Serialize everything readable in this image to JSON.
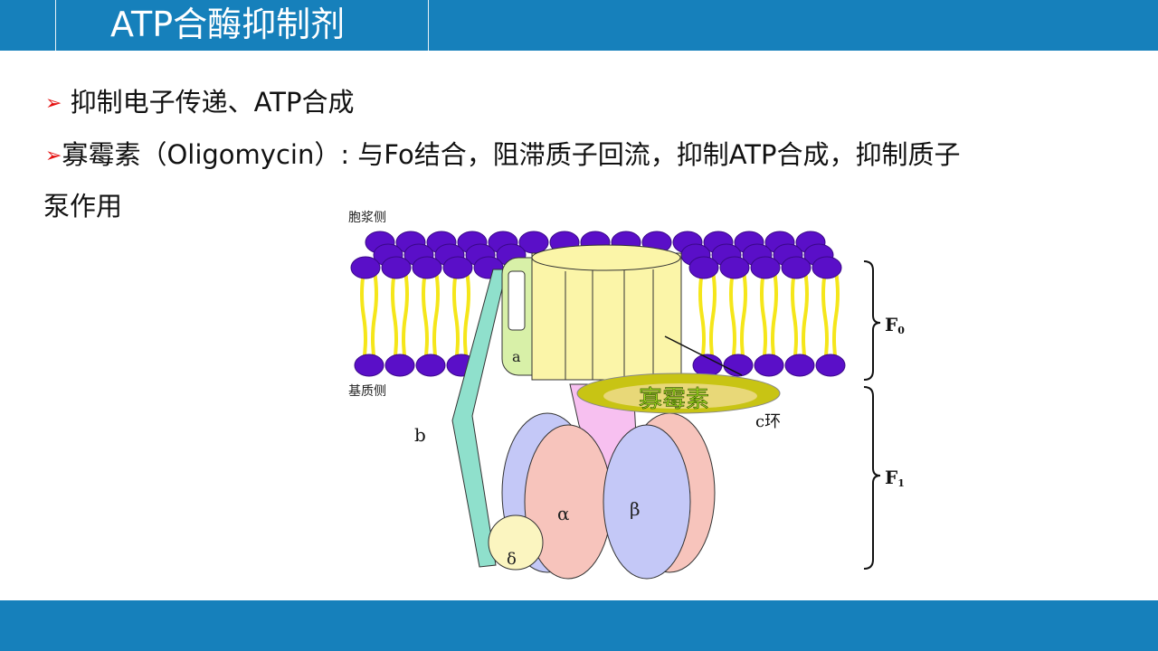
{
  "header": {
    "title": "ATP合酶抑制剂"
  },
  "bullets": [
    {
      "icon": "arrow-bullet-icon",
      "marker": "➢",
      "text": "抑制电子传递、ATP合成"
    },
    {
      "icon": "arrow-bullet-icon",
      "marker": "➢",
      "text": "寡霉素（Oligomycin）: 与Fo结合，阻滞质子回流，抑制ATP合成，抑制质子",
      "continuation": "泵作用"
    }
  ],
  "diagram": {
    "cytoplasm_side": "胞浆侧",
    "matrix_side": "基质侧",
    "subunit_a": "a",
    "subunit_b": "b",
    "alpha": "α",
    "beta": "β",
    "delta": "δ",
    "oligomycin": "寡霉素",
    "c_ring": "c环",
    "f0": "F",
    "f0_sub": "0",
    "f1": "F",
    "f1_sub": "1",
    "colors": {
      "lipid_head": "#5a0fc8",
      "lipid_tail": "#f5e61a",
      "c_ring": "#fbf5a8",
      "a_subunit": "#d8f0a8",
      "b_stalk": "#8fe0cc",
      "alpha": "#f7c4bc",
      "beta": "#c4c8f7",
      "stalk": "#f7c0f0",
      "oligomycin": "#9fdc1e"
    }
  }
}
